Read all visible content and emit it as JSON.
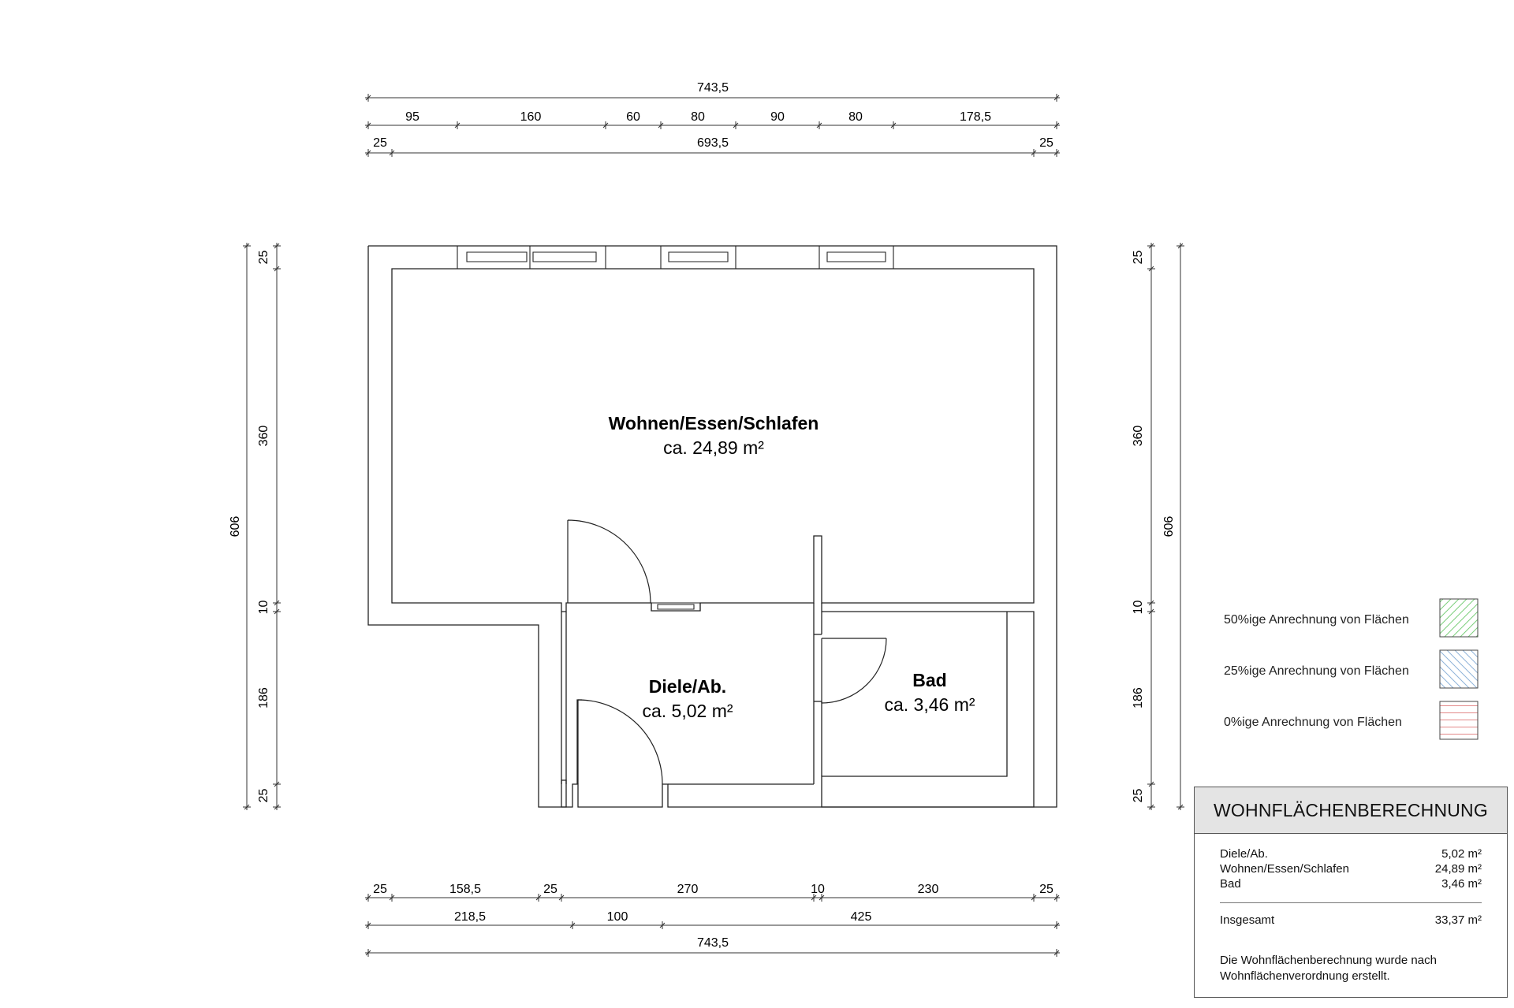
{
  "dimensions": {
    "top": {
      "overall": "743,5",
      "segments": [
        "95",
        "160",
        "60",
        "80",
        "90",
        "80",
        "178,5"
      ],
      "inner": {
        "left": "25",
        "middle": "693,5",
        "right": "25"
      }
    },
    "left": {
      "overall": "606",
      "segments": [
        "25",
        "360",
        "10",
        "186",
        "25"
      ]
    },
    "right": {
      "overall": "606",
      "segments": [
        "25",
        "360",
        "10",
        "186",
        "25"
      ]
    },
    "bottom": {
      "row1": [
        "25",
        "158,5",
        "25",
        "270",
        "10",
        "230",
        "25"
      ],
      "row2": [
        "218,5",
        "100",
        "425"
      ],
      "overall": "743,5"
    }
  },
  "rooms": {
    "wohnen": {
      "name": "Wohnen/Essen/Schlafen",
      "area": "ca. 24,89 m²"
    },
    "diele": {
      "name": "Diele/Ab.",
      "area": "ca. 5,02 m²"
    },
    "bad": {
      "name": "Bad",
      "area": "ca. 3,46 m²"
    }
  },
  "legend": {
    "items": [
      {
        "label": "50%ige Anrechnung von Flächen",
        "color": "#7ccf7c"
      },
      {
        "label": "25%ige Anrechnung von Flächen",
        "color": "#8fb3d9"
      },
      {
        "label": "0%ige Anrechnung von Flächen",
        "color": "#e38a8a"
      }
    ]
  },
  "calculation": {
    "title": "WOHNFLÄCHENBERECHNUNG",
    "rows": [
      {
        "name": "Diele/Ab.",
        "value": "5,02 m²"
      },
      {
        "name": "Wohnen/Essen/Schlafen",
        "value": "24,89 m²"
      },
      {
        "name": "Bad",
        "value": "3,46 m²"
      }
    ],
    "total": {
      "name": "Insgesamt",
      "value": "33,37 m²"
    },
    "note": "Die Wohnflächenberechnung wurde nach Wohnflächenverordnung erstellt."
  }
}
